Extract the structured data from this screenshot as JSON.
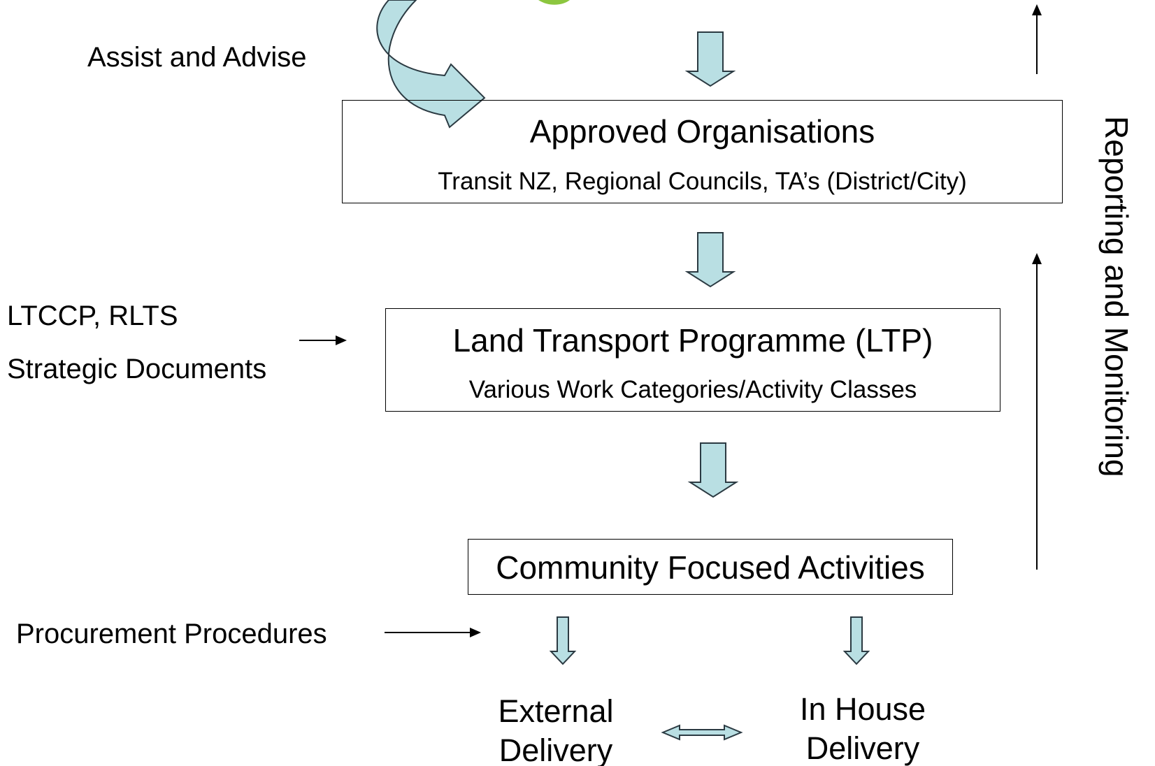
{
  "colors": {
    "arrow_fill": "#b9dfe3",
    "arrow_stroke": "#2b3a42",
    "line": "#000000",
    "accent_green": "#8cc63f"
  },
  "left_labels": {
    "assist": "Assist and Advise",
    "ltccp": "LTCCP, RLTS",
    "strategic": "Strategic Documents",
    "procurement": "Procurement Procedures"
  },
  "boxes": {
    "approved": {
      "title": "Approved Organisations",
      "subtitle": "Transit NZ, Regional Councils, TA’s (District/City)"
    },
    "ltp": {
      "title": "Land Transport Programme (LTP)",
      "subtitle": "Various Work Categories/Activity Classes"
    },
    "community": {
      "title": "Community Focused Activities"
    }
  },
  "delivery": {
    "external": [
      "External",
      "Delivery"
    ],
    "inhouse": [
      "In House",
      "Delivery"
    ]
  },
  "side_label": "Reporting and Monitoring"
}
